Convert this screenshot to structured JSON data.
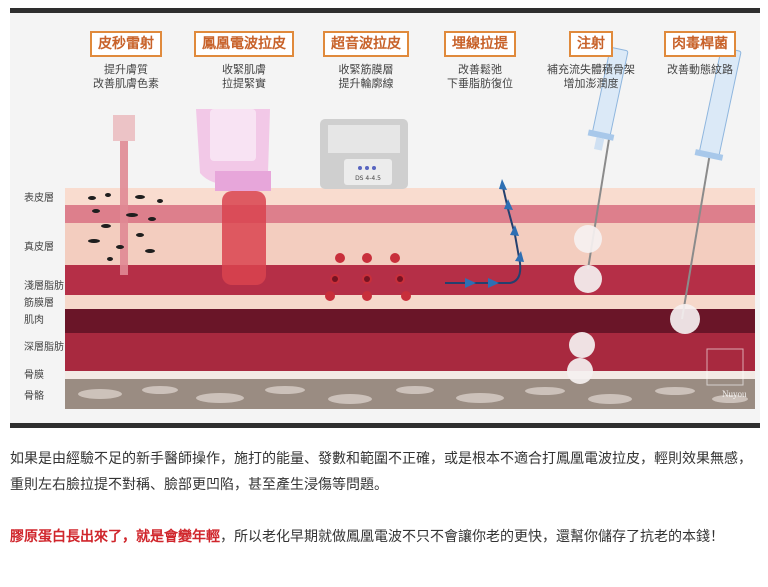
{
  "figure": {
    "techniques": [
      {
        "title": "皮秒雷射",
        "desc1": "提升膚質",
        "desc2": "改善肌膚色素"
      },
      {
        "title": "鳳凰電波拉皮",
        "desc1": "收緊肌膚",
        "desc2": "拉提緊實"
      },
      {
        "title": "超音波拉皮",
        "desc1": "收緊筋膜層",
        "desc2": "提升輪廓線"
      },
      {
        "title": "埋線拉提",
        "desc1": "改善鬆弛",
        "desc2": "下垂脂肪復位"
      },
      {
        "title": "注射",
        "desc1": "補充流失體積骨架",
        "desc2": "增加澎潤度"
      },
      {
        "title": "肉毒桿菌",
        "desc1": "改善動態紋路",
        "desc2": ""
      }
    ],
    "layers": [
      "表皮層",
      "真皮層",
      "淺層脂肪",
      "筋膜層",
      "肌肉",
      "深層脂肪",
      "骨膜",
      "骨骼"
    ],
    "device_label": "DS 4-4.5",
    "watermark": "Nuyou",
    "colors": {
      "epidermis": "#f9dccf",
      "dermis": "#d86878",
      "fat": "#b22b45",
      "muscle": "#5b1122",
      "bone": "#8f8278",
      "title_border": "#e08a3c",
      "title_text": "#c8622a",
      "highlight": "#d0262c"
    }
  },
  "paragraph1": "如果是由經驗不足的新手醫師操作，施打的能量、發數和範圍不正確，或是根本不適合打鳳凰電波拉皮，輕則效果無感，重則左右臉拉提不對稱、臉部更凹陷，甚至產生浸傷等問題。",
  "paragraph2": {
    "highlight": "膠原蛋白長出來了，就是會變年輕",
    "rest": "，所以老化早期就做鳳凰電波不只不會讓你老的更快，還幫你儲存了抗老的本錢！"
  }
}
